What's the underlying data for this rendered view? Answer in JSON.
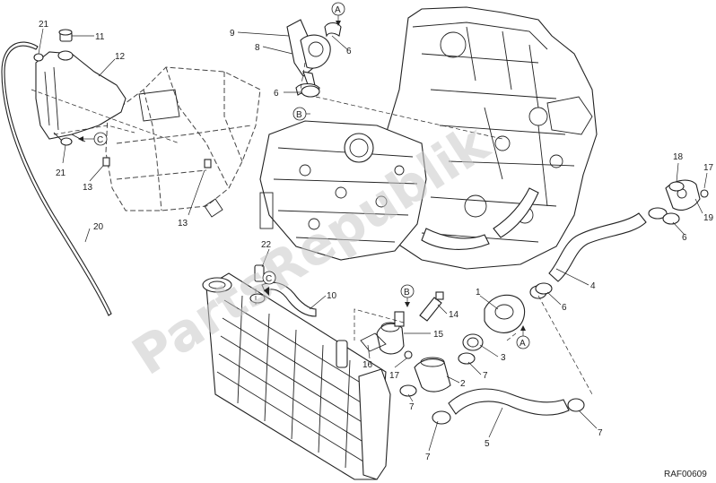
{
  "diagram": {
    "reference_code": "RAF00609",
    "watermark": "PartsRepublik"
  },
  "callouts": [
    {
      "id": "c1",
      "label": "1"
    },
    {
      "id": "c2",
      "label": "2"
    },
    {
      "id": "c3",
      "label": "3"
    },
    {
      "id": "c4",
      "label": "4"
    },
    {
      "id": "c5",
      "label": "5"
    },
    {
      "id": "c6a",
      "label": "6"
    },
    {
      "id": "c6b",
      "label": "6"
    },
    {
      "id": "c6c",
      "label": "6"
    },
    {
      "id": "c6d",
      "label": "6"
    },
    {
      "id": "c7a",
      "label": "7"
    },
    {
      "id": "c7b",
      "label": "7"
    },
    {
      "id": "c7c",
      "label": "7"
    },
    {
      "id": "c7d",
      "label": "7"
    },
    {
      "id": "c8",
      "label": "8"
    },
    {
      "id": "c9",
      "label": "9"
    },
    {
      "id": "c10",
      "label": "10"
    },
    {
      "id": "c11",
      "label": "11"
    },
    {
      "id": "c12",
      "label": "12"
    },
    {
      "id": "c13a",
      "label": "13"
    },
    {
      "id": "c13b",
      "label": "13"
    },
    {
      "id": "c14",
      "label": "14"
    },
    {
      "id": "c15",
      "label": "15"
    },
    {
      "id": "c16",
      "label": "16"
    },
    {
      "id": "c17a",
      "label": "17"
    },
    {
      "id": "c17b",
      "label": "17"
    },
    {
      "id": "c18",
      "label": "18"
    },
    {
      "id": "c19",
      "label": "19"
    },
    {
      "id": "c20",
      "label": "20"
    },
    {
      "id": "c21a",
      "label": "21"
    },
    {
      "id": "c21b",
      "label": "21"
    },
    {
      "id": "c22",
      "label": "22"
    }
  ],
  "connectors": [
    {
      "id": "A1",
      "label": "A"
    },
    {
      "id": "A2",
      "label": "A"
    },
    {
      "id": "B1",
      "label": "B"
    },
    {
      "id": "B2",
      "label": "B"
    },
    {
      "id": "C1",
      "label": "C"
    },
    {
      "id": "C2",
      "label": "C"
    }
  ],
  "colors": {
    "line": "#222222",
    "watermark": "#c8c8c8",
    "background": "#ffffff"
  }
}
